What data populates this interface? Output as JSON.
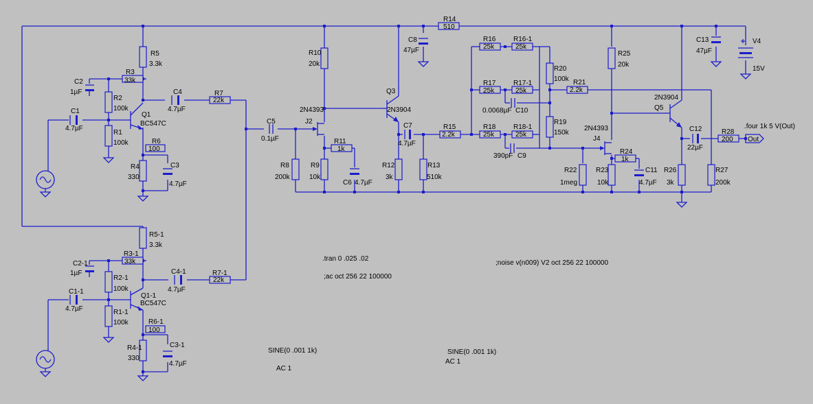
{
  "colors": {
    "background": "#c0c0c0",
    "wire": "#1c1ccc",
    "text": "#000000"
  },
  "labels": {
    "R5": "R5",
    "R5v": "3.3k",
    "R3": "R3",
    "R3v": "33k",
    "C2": "C2",
    "C2v": "1µF",
    "R2": "R2",
    "R2v": "100k",
    "Q1": "Q1",
    "Q1m": "BC547C",
    "C4": "C4",
    "C4v": "4.7µF",
    "R7": "R7",
    "R7v": "22k",
    "C1": "C1",
    "C1v": "4.7µF",
    "R1": "R1",
    "R1v": "100k",
    "R6": "R6",
    "R6v": "100",
    "R4": "R4",
    "R4v": "330",
    "C3": "C3",
    "C3v": "4.7µF",
    "C5": "C5",
    "C5v": "0.1µF",
    "J2": "J2",
    "J2m": "2N4393",
    "R10": "R10",
    "R10v": "20k",
    "R11": "R11",
    "R11v": "1k",
    "R8": "R8",
    "R8v": "200k",
    "R9": "R9",
    "R9v": "10k",
    "C6": "C6",
    "C6v": "4.7µF",
    "Q3": "Q3",
    "Q3m": "2N3904",
    "C8": "C8",
    "C8v": "47µF",
    "R14": "R14",
    "R14v": "510",
    "C7": "C7",
    "C7v": "4.7µF",
    "R12": "R12",
    "R12v": "3k",
    "R13": "R13",
    "R13v": "510k",
    "R15": "R15",
    "R15v": "2.2k",
    "R16": "R16",
    "R16v": "25k",
    "R16-1": "R16-1",
    "R16-1v": "25k",
    "R17": "R17",
    "R17v": "25k",
    "R17-1": "R17-1",
    "R17-1v": "25k",
    "C10": "C10",
    "C10v": "0.0068µF",
    "R18": "R18",
    "R18v": "25k",
    "R18-1": "R18-1",
    "R18-1v": "25k",
    "C9": "C9",
    "C9v": "390pF",
    "R20": "R20",
    "R20v": "100k",
    "R19": "R19",
    "R19v": "150k",
    "R21": "R21",
    "R21v": "2.2k",
    "R25": "R25",
    "R25v": "20k",
    "J4": "J4",
    "J4m": "2N4393",
    "R24": "R24",
    "R24v": "1k",
    "R22": "R22",
    "R22v": "1meg",
    "R23": "R23",
    "R23v": "10k",
    "C11": "C11",
    "C11v": "4.7µF",
    "Q5": "Q5",
    "Q5m": "2N3904",
    "C13": "C13",
    "C13v": "47µF",
    "V4": "V4",
    "V4v": "15V",
    "C12": "C12",
    "C12v": "22µF",
    "R28": "R28",
    "R28v": "200",
    "R26": "R26",
    "R26v": "3k",
    "R27": "R27",
    "R27v": "200k",
    "out": "Out",
    "meas": ".four 1k 5 V(Out)",
    "R5-1": "R5-1",
    "R5-1v": "3.3k",
    "R3-1": "R3-1",
    "R3-1v": "33k",
    "C2-1": "C2-1",
    "C2-1v": "1µF",
    "R2-1": "R2-1",
    "R2-1v": "100k",
    "C4-1": "C4-1",
    "C4-1v": "4.7µF",
    "R7-1": "R7-1",
    "R7-1v": "22k",
    "C1-1": "C1-1",
    "C1-1v": "4.7µF",
    "Q1-1": "Q1-1",
    "Q1-1m": "BC547C",
    "R1-1": "R1-1",
    "R1-1v": "100k",
    "R6-1": "R6-1",
    "R6-1v": "100",
    "R4-1": "R4-1",
    "R4-1v": "330",
    "C3-1": "C3-1",
    "C3-1v": "4.7µF"
  },
  "commands": {
    "tran": ".tran 0 .025 .02",
    "ac": ";ac oct 256 22 100000",
    "noise": ";noise v(n009) V2 oct 256 22 100000",
    "src1_sine": "SINE(0 .001 1k)",
    "src1_ac": "AC 1",
    "src2_sine": "SINE(0 .001 1k)",
    "src2_ac": "AC 1"
  }
}
